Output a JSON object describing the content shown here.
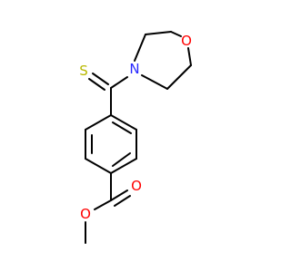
{
  "molecule": {
    "atoms": {
      "sulfur": {
        "label": "S",
        "color": "#b8b800"
      },
      "nitrogen": {
        "label": "N",
        "color": "#2a2aff"
      },
      "morpholine_oxygen": {
        "label": "O",
        "color": "#ff0000"
      },
      "carbonyl_oxygen": {
        "label": "O",
        "color": "#ff0000"
      },
      "ester_oxygen": {
        "label": "O",
        "color": "#ff0000"
      }
    },
    "bond_color": "#000000"
  }
}
